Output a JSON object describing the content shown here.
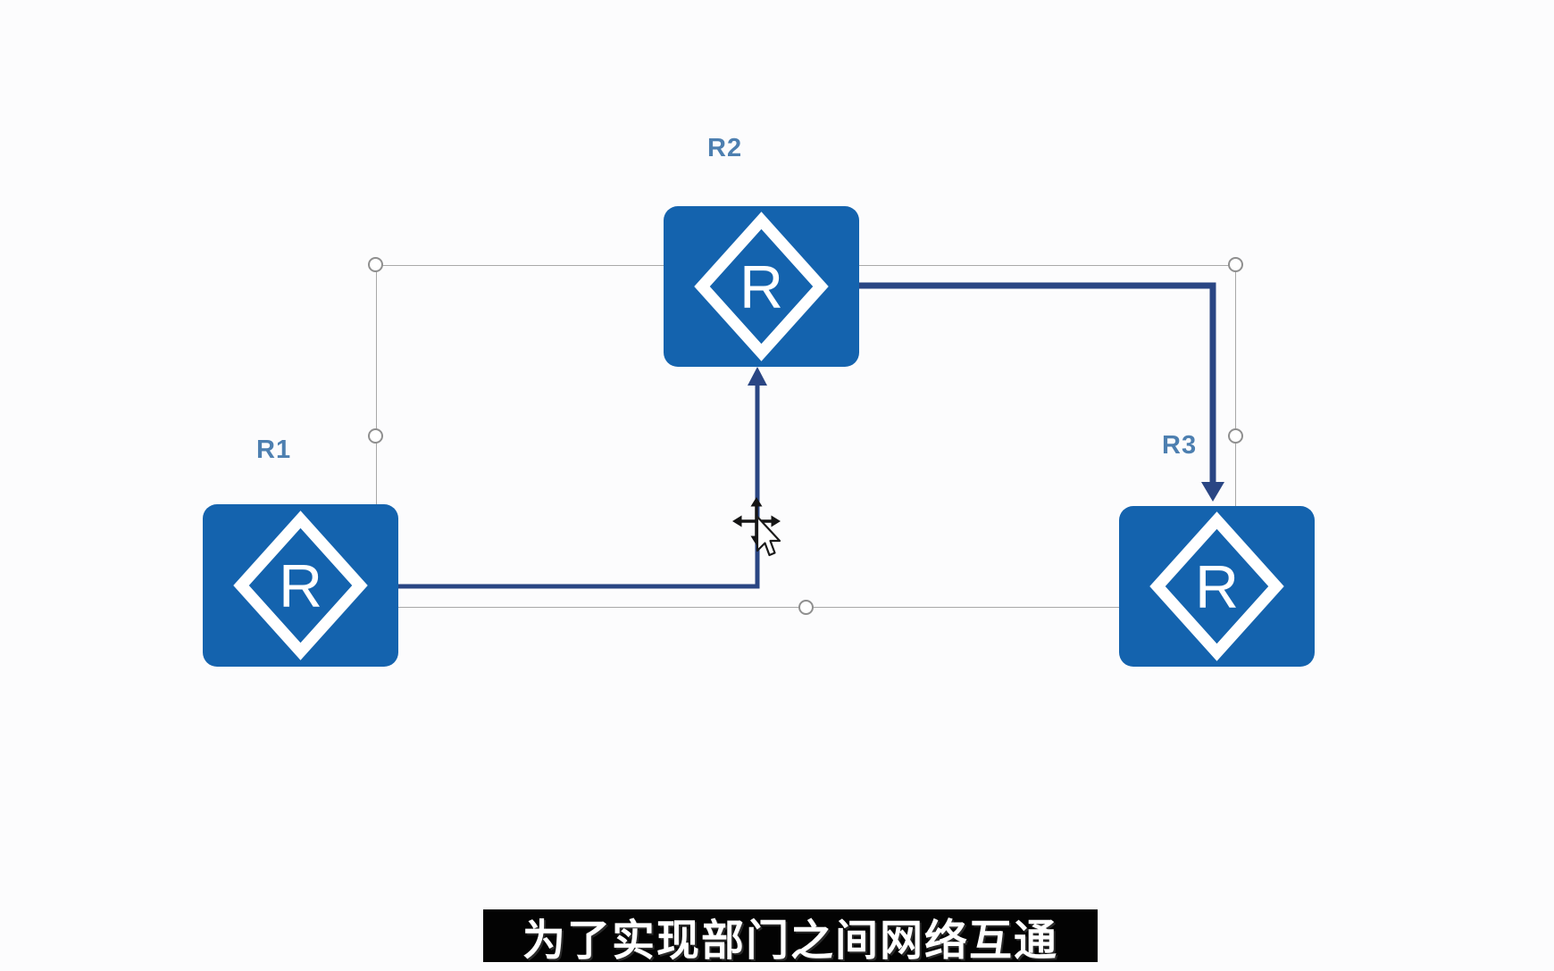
{
  "canvas": {
    "background": "#fcfcfd"
  },
  "diagram": {
    "nodes": [
      {
        "id": "r1",
        "label": "R1",
        "icon_letter": "R",
        "shape": "router"
      },
      {
        "id": "r2",
        "label": "R2",
        "icon_letter": "R",
        "shape": "router"
      },
      {
        "id": "r3",
        "label": "R3",
        "icon_letter": "R",
        "shape": "router"
      }
    ],
    "connectors": [
      {
        "id": "r1-to-r2",
        "from": "R1",
        "to": "R2",
        "style": "elbow",
        "arrow_direction": "up"
      },
      {
        "id": "r2-to-r3",
        "from": "R2",
        "to": "R3",
        "style": "elbow",
        "arrow_direction": "down"
      }
    ],
    "selection": {
      "active": true,
      "handle_count": 8,
      "rotate_handle": true
    }
  },
  "subtitle": {
    "text": "为了实现部门之间网络互通"
  },
  "colors": {
    "node_fill": "#1463ae",
    "node_glyph": "#ffffff",
    "node_label": "#4d7fb0",
    "connector": "#2a4684",
    "selection_outline": "#a8a8a8",
    "handle_fill": "#ffffff",
    "handle_stroke": "#8f8f8f",
    "rotate_icon": "#e3e3e3",
    "subtitle_bg": "#030303",
    "subtitle_text": "#ffffff"
  }
}
